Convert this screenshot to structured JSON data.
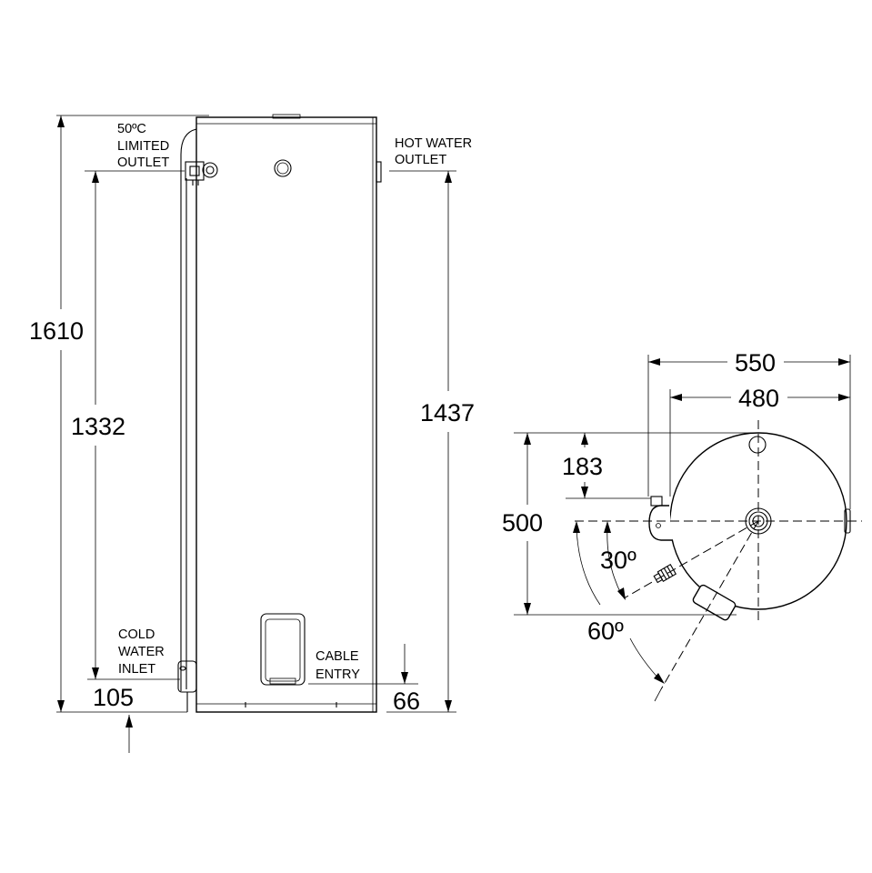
{
  "side_view": {
    "labels": {
      "limited_outlet": [
        "50ºC",
        "LIMITED",
        "OUTLET"
      ],
      "hot_water_outlet": [
        "HOT WATER",
        "OUTLET"
      ],
      "cold_water_inlet": [
        "COLD",
        "WATER",
        "INLET"
      ],
      "cable_entry": [
        "CABLE",
        "ENTRY"
      ]
    },
    "dimensions": {
      "overall_height": "1610",
      "limited_outlet_height": "1332",
      "hot_outlet_height": "1437",
      "cold_inlet_height": "105",
      "cable_entry_height": "66"
    }
  },
  "plan_view": {
    "dimensions": {
      "overall_width": "550",
      "tank_diameter": "480",
      "outlet_offset": "183",
      "overall_depth": "500"
    },
    "angles": {
      "small": "30º",
      "large": "60º"
    }
  },
  "colors": {
    "line": "#000000",
    "background": "#ffffff"
  }
}
